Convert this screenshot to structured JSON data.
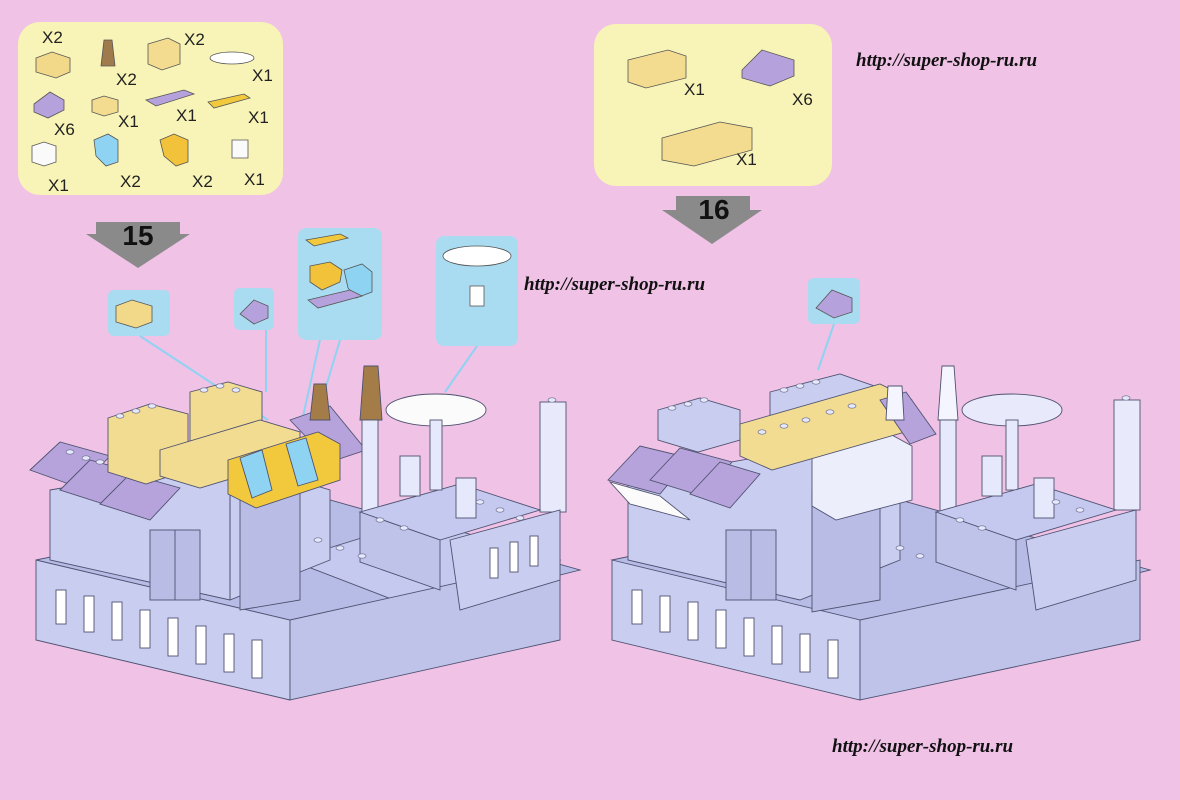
{
  "watermark": {
    "url_top": "http://super-shop-ru.ru",
    "url_mid": "http://super-shop-ru.ru",
    "url_bottom": "http://super-shop-ru.ru"
  },
  "steps": [
    {
      "number": "15",
      "parts": [
        {
          "qty": "X2"
        },
        {
          "qty": "X2"
        },
        {
          "qty": "X2"
        },
        {
          "qty": "X1"
        },
        {
          "qty": "X6"
        },
        {
          "qty": "X1"
        },
        {
          "qty": "X1"
        },
        {
          "qty": "X1"
        },
        {
          "qty": "X1"
        },
        {
          "qty": "X2"
        },
        {
          "qty": "X2"
        },
        {
          "qty": "X1"
        }
      ]
    },
    {
      "number": "16",
      "parts": [
        {
          "qty": "X1"
        },
        {
          "qty": "X6"
        },
        {
          "qty": "X1"
        }
      ]
    }
  ],
  "colors": {
    "background": "#efc2e6",
    "parts_box": "#f8f3b6",
    "wall": "#c9cdf0",
    "roof": "#b7a3dc",
    "yellow": "#f2dc92",
    "arrow": "#8a8a8a"
  }
}
